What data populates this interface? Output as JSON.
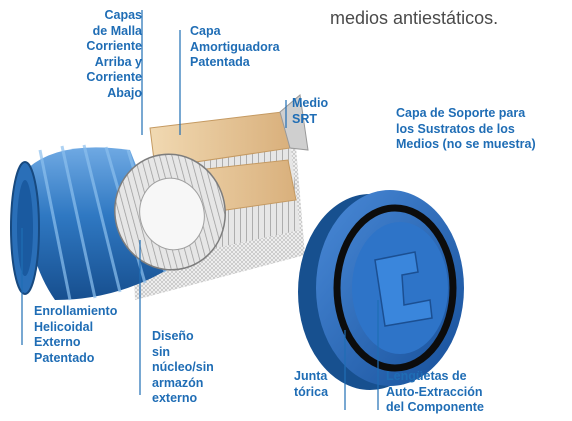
{
  "top_text": "medios antiestáticos.",
  "labels": {
    "mesh_layers": "Capas\nde Malla\nCorriente\nArriba y\nCorriente\nAbajo",
    "cushion_layer": "Capa\nAmortiguadora\nPatentada",
    "srt_media": "Medio\nSRT",
    "support_layer": "Capa de Soporte para\nlos Sustratos de los\nMedios (no se muestra)",
    "helical_wrap": "Enrollamiento\nHelicoidal\nExterno\nPatentado",
    "coreless_design": "Diseño\nsin\nnúcleo/sin\narmazón\nexterno",
    "o_ring": "Junta\ntórica",
    "self_extraction_tabs": "Lengüetas de\nAuto-Extracción\ndel Componente"
  },
  "colors": {
    "label_blue": "#1f6db5",
    "wrap_blue": "#2f78c2",
    "cap_blue": "#1e63b8",
    "media_tan": "#e8c89a"
  }
}
